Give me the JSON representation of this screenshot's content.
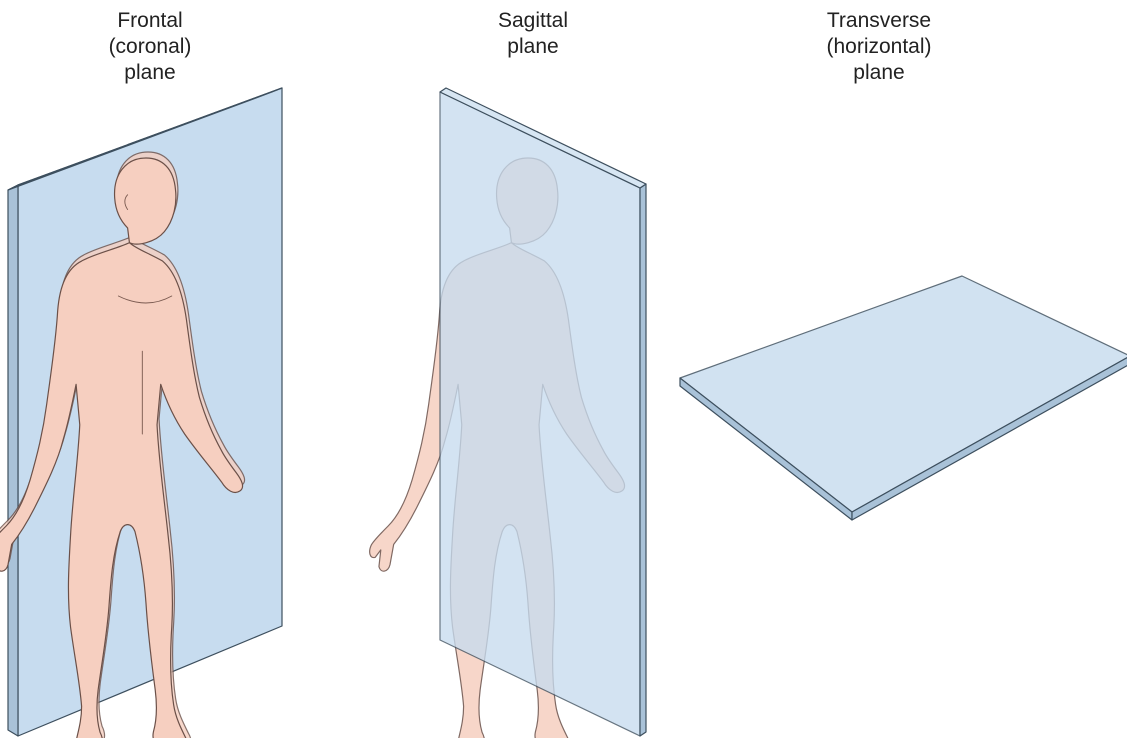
{
  "planes": [
    {
      "id": "frontal",
      "label_lines": [
        "Frontal",
        "(coronal)",
        "plane"
      ]
    },
    {
      "id": "sagittal",
      "label_lines": [
        "Sagittal",
        "plane"
      ]
    },
    {
      "id": "transverse",
      "label_lines": [
        "Transverse",
        "(horizontal)",
        "plane"
      ]
    }
  ],
  "colors": {
    "skin": "#f6cfc0",
    "plane": "#c7dcef",
    "outline": "#3d4f5e"
  }
}
